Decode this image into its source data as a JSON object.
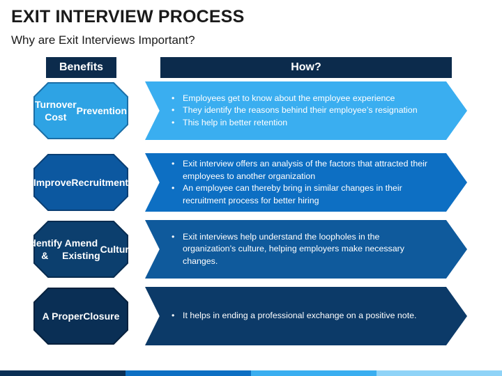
{
  "slide": {
    "title": "EXIT INTERVIEW PROCESS",
    "subtitle": "Why are Exit Interviews Important?"
  },
  "headers": {
    "benefits": "Benefits",
    "how": "How?"
  },
  "rows": [
    {
      "label_lines": [
        "Turnover Cost",
        "Prevention"
      ],
      "bullets": [
        "Employees get to know about the employee experience",
        "They identify the reasons behind their employee’s resignation",
        "This help in better retention"
      ],
      "colors": {
        "octagon": "#2ea3e4",
        "octagon_stroke": "#1b6ea6",
        "panel": "#3aaef0"
      }
    },
    {
      "label_lines": [
        "Improve",
        "Recruitment"
      ],
      "bullets": [
        "Exit interview offers an analysis of the factors that attracted their employees to another organization",
        "An employee can thereby bring in similar changes in their recruitment process for better hiring"
      ],
      "colors": {
        "octagon": "#0c58a0",
        "octagon_stroke": "#0a3f74",
        "panel": "#0d6fc3"
      }
    },
    {
      "label_lines": [
        "Identify &",
        "Amend Existing",
        "Culture"
      ],
      "bullets": [
        "Exit interviews help understand the loopholes in the organization’s culture, helping employers make necessary changes."
      ],
      "colors": {
        "octagon": "#0c3f6e",
        "octagon_stroke": "#082c50",
        "panel": "#0f5a9c"
      }
    },
    {
      "label_lines": [
        "A Proper",
        "Closure"
      ],
      "bullets": [
        "It helps in ending a professional exchange on a positive note."
      ],
      "colors": {
        "octagon": "#0a2f55",
        "octagon_stroke": "#06203c",
        "panel": "#0c3a68"
      }
    }
  ],
  "header_color": "#0c2b4c",
  "bottom_bar_colors": [
    "#0a2f55",
    "#0d6fc3",
    "#3aaef0",
    "#8fd3f7"
  ]
}
